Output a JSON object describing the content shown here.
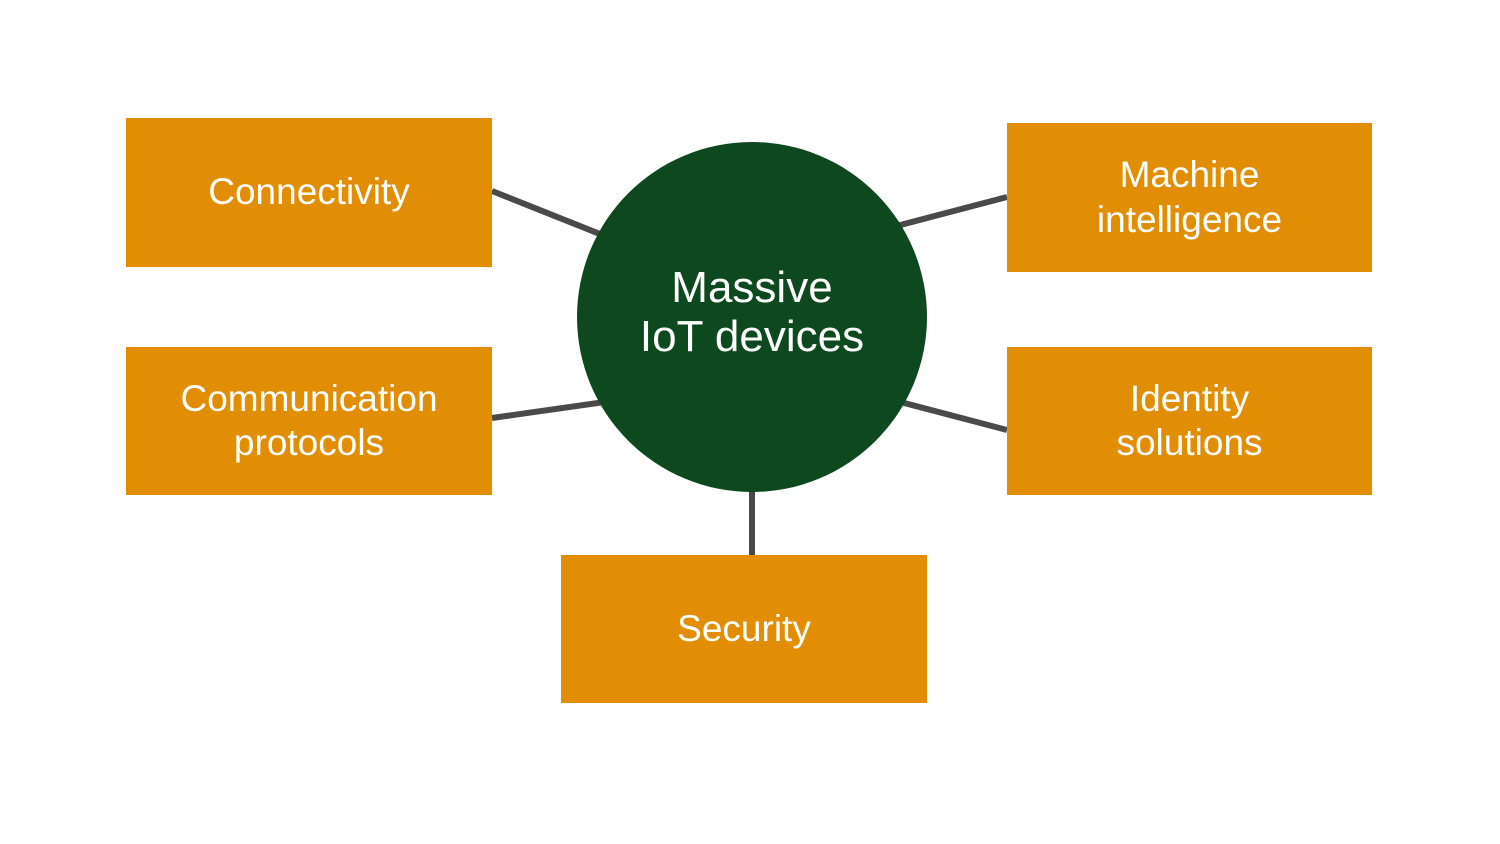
{
  "colors": {
    "background": "#FFFFFF",
    "node_fill": "#E28E04",
    "hub_fill": "#0D481E",
    "connector": "#4A4A4A",
    "label_text": "#FFFFFF"
  },
  "diagram": {
    "hub": {
      "label": "Massive\nIoT devices"
    },
    "nodes": [
      {
        "id": "connectivity",
        "label": "Connectivity"
      },
      {
        "id": "communication-protocols",
        "label": "Communication\nprotocols"
      },
      {
        "id": "machine-intelligence",
        "label": "Machine\nintelligence"
      },
      {
        "id": "identity-solutions",
        "label": "Identity\nsolutions"
      },
      {
        "id": "security",
        "label": "Security"
      }
    ]
  }
}
